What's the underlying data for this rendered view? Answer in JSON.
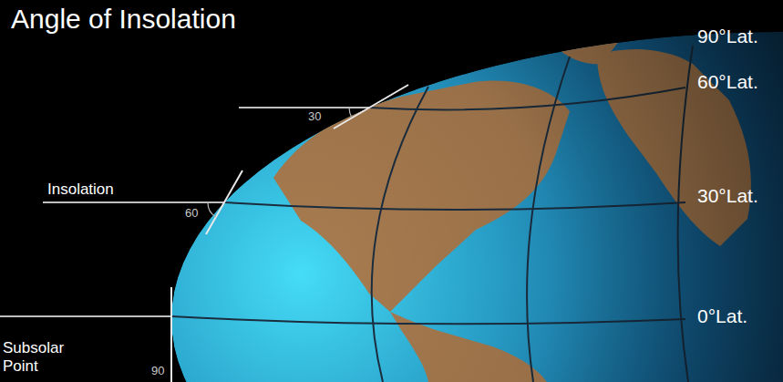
{
  "diagram": {
    "title": "Angle of Insolation",
    "labels": [
      "90°Lat.",
      "60°Lat.",
      "30°Lat.",
      "0°Lat.",
      "30",
      "Insolation",
      "60",
      "Subsolar Point",
      "90"
    ]
  }
}
